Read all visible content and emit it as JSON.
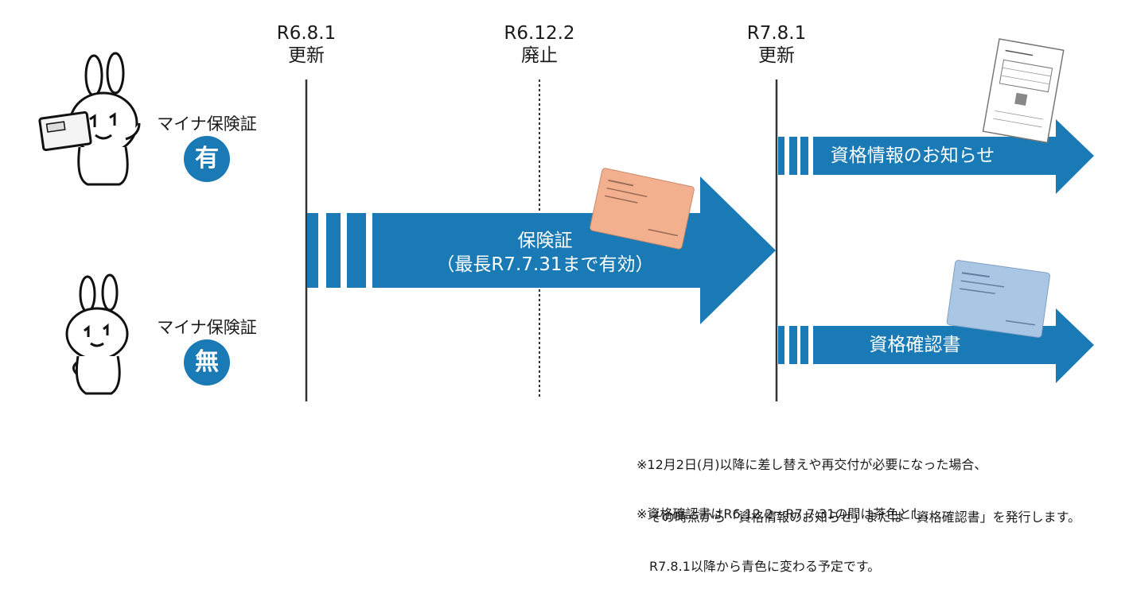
{
  "timeline": {
    "dates": [
      {
        "date": "R6.8.1",
        "event": "更新"
      },
      {
        "date": "R6.12.2",
        "event": "廃止"
      },
      {
        "date": "R7.8.1",
        "event": "更新"
      }
    ]
  },
  "rows": [
    {
      "label": "マイナ保険証",
      "badge": "有"
    },
    {
      "label": "マイナ保険証",
      "badge": "無"
    }
  ],
  "arrows": {
    "main": {
      "line1": "保険証",
      "line2": "（最長R7.7.31まで有効）"
    },
    "upper": {
      "label": "資格情報のお知らせ"
    },
    "lower": {
      "label": "資格確認書"
    }
  },
  "notes": [
    {
      "line1": "※12月2日(月)以降に差し替えや再交付が必要になった場合、",
      "line2": "　その時点から「資格情報のお知らせ」または「資格確認書」を発行します。"
    },
    {
      "line1": "※資格確認書はR6.12.2～R7.7.31の間は茶色とし、",
      "line2": "　R7.8.1以降から青色に変わる予定です。"
    }
  ],
  "colors": {
    "arrow": "#1a7ab5",
    "badge": "#1a7ab5",
    "card_brown": "#f2b08e",
    "card_blue": "#a9c6e4"
  }
}
